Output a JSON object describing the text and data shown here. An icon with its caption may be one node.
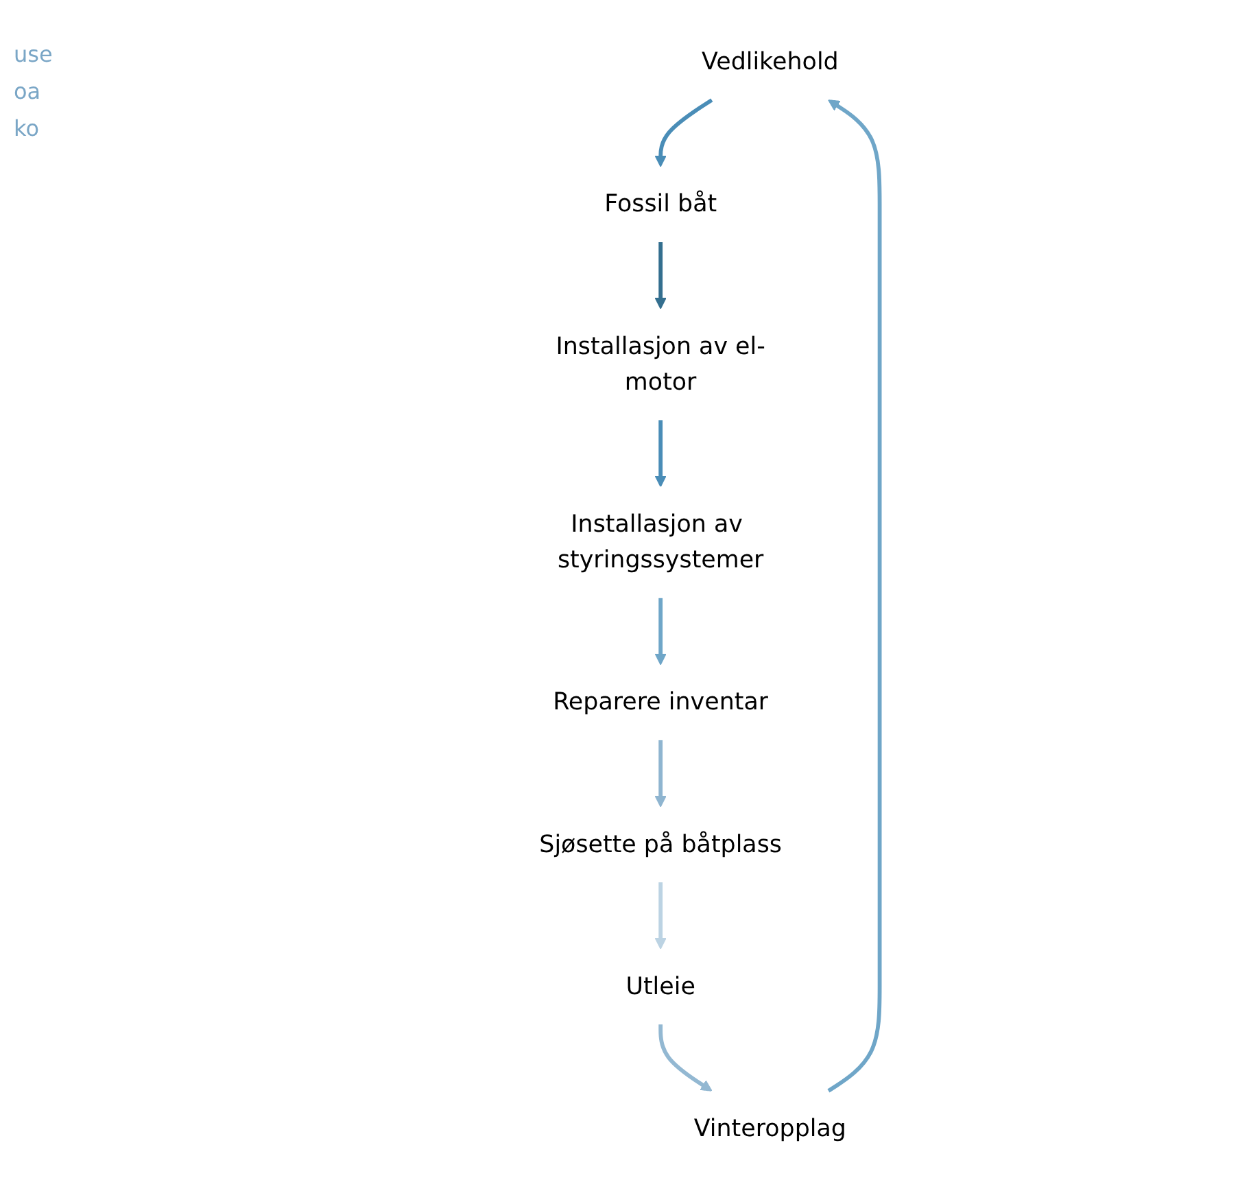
{
  "diagram": {
    "nodes": [
      {
        "text": [
          "Vedlikehold"
        ]
      },
      {
        "text": [
          "Fossil båt"
        ]
      },
      {
        "text": [
          "Installasjon av el-motor"
        ]
      },
      {
        "text": [
          "Installasjon av styringssystemer"
        ]
      },
      {
        "text": [
          "Reparere inventar"
        ]
      },
      {
        "text": [
          "Sjøsette på båtplass"
        ]
      },
      {
        "text": [
          "Utleie"
        ]
      },
      {
        "text": [
          "Vinteropplag"
        ]
      }
    ],
    "edges": [
      {
        "from": 0,
        "to": 1,
        "arrow": "to",
        "color": "#4a8db7"
      },
      {
        "from": 1,
        "to": 2,
        "arrow": "to",
        "color": "#346f8f"
      },
      {
        "from": 2,
        "to": 3,
        "arrow": "to",
        "color": "#4a8db7"
      },
      {
        "from": 3,
        "to": 4,
        "arrow": "to",
        "color": "#6fa6c8"
      },
      {
        "from": 4,
        "to": 5,
        "arrow": "to",
        "color": "#8fb5d0"
      },
      {
        "from": 5,
        "to": 6,
        "arrow": "to",
        "color": "#bcd3e3"
      },
      {
        "from": 6,
        "to": 7,
        "arrow": "to",
        "color": "#93b8d2"
      },
      {
        "from": 7,
        "to": 0,
        "arrow": "to",
        "color": "#6fa6c8"
      }
    ],
    "labels": [
      "use",
      "oa",
      "ko"
    ]
  }
}
